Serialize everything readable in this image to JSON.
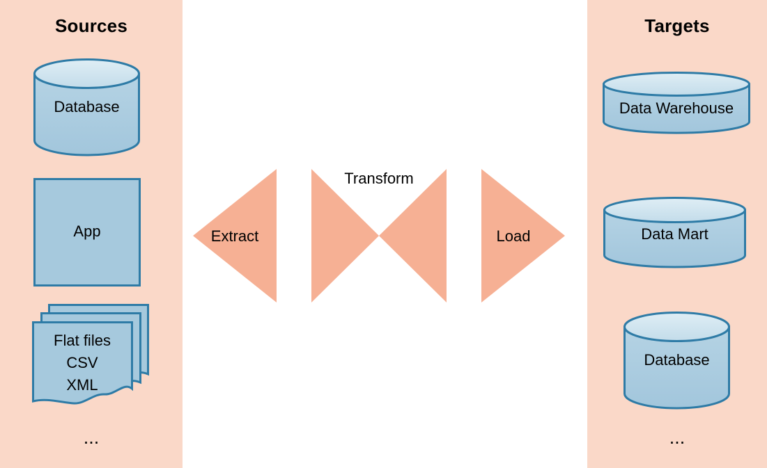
{
  "diagram": {
    "title": "ETL process diagram",
    "background": "#ffffff",
    "panel_fill": "#fad8c8",
    "shape_stroke": "#2e7ba6",
    "shape_fill_top": "#cfe4ef",
    "shape_fill_body": "#a6c9dd",
    "arrow_fill": "#f6b094"
  },
  "sources": {
    "title": "Sources",
    "ellipsis": "...",
    "items": [
      {
        "label": "Database",
        "shape": "cylinder"
      },
      {
        "label": "App",
        "shape": "rectangle"
      },
      {
        "label_line1": "Flat files",
        "label_line2": "CSV",
        "label_line3": "XML",
        "shape": "document-stack"
      }
    ]
  },
  "flow": {
    "extract": {
      "label": "Extract",
      "shape": "triangle-left"
    },
    "transform": {
      "label": "Transform",
      "shape": "bowtie"
    },
    "load": {
      "label": "Load",
      "shape": "triangle-right"
    }
  },
  "targets": {
    "title": "Targets",
    "ellipsis": "...",
    "items": [
      {
        "label": "Data Warehouse",
        "shape": "cylinder"
      },
      {
        "label": "Data Mart",
        "shape": "cylinder"
      },
      {
        "label": "Database",
        "shape": "cylinder"
      }
    ]
  }
}
